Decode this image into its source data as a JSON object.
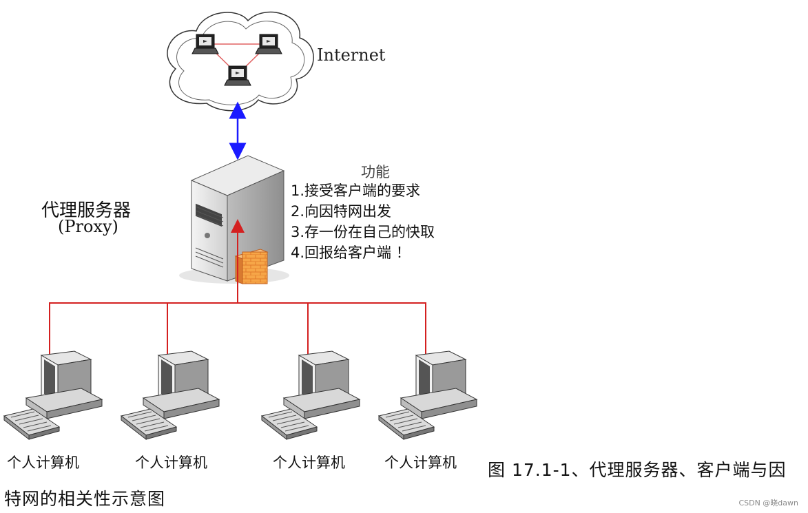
{
  "internet_label": "Internet",
  "proxy": {
    "name_cn": "代理服务器",
    "name_en": "(Proxy)"
  },
  "functions": {
    "title": "功能",
    "items": [
      "1.接受客户端的要求",
      "2.向因特网出发",
      "3.存一份在自己的快取",
      "4.回报给客户端 ！"
    ]
  },
  "clients": [
    {
      "label": "个人计算机"
    },
    {
      "label": "个人计算机"
    },
    {
      "label": "个人计算机"
    },
    {
      "label": "个人计算机"
    }
  ],
  "caption": {
    "line1": "图 17.1-1、代理服务器、客户端与因",
    "line2": "特网的相关性示意图"
  },
  "watermark": "CSDN @晓dawn",
  "colors": {
    "internet_link": "#1a1aff",
    "lan_link": "#d42020",
    "cloud_link": "#e06060",
    "firewall": "#f5a040"
  }
}
